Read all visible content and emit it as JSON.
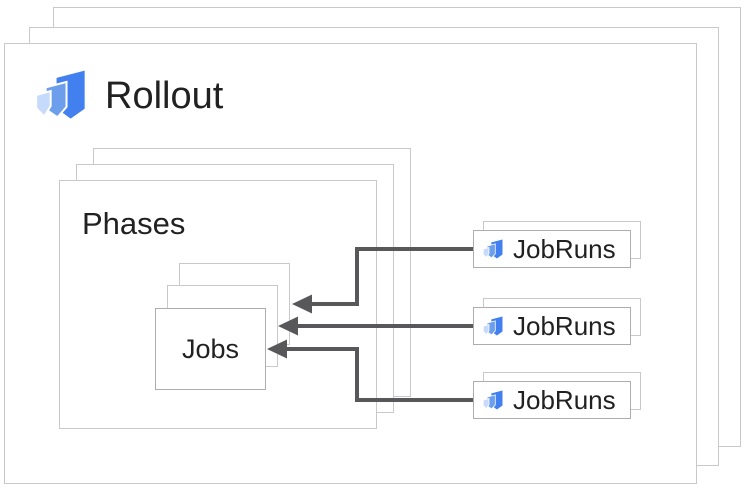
{
  "colors": {
    "background": "#ffffff",
    "border_light": "#c9c9c9",
    "border_mid": "#adadad",
    "text": "#212121",
    "arrow": "#58585a",
    "icon_blue_dark": "#4180ee",
    "icon_blue_mid": "#6d9eeb",
    "icon_blue_light": "#c6dafb"
  },
  "diagram": {
    "rollout": {
      "label": "Rollout",
      "icon": "cloud-deploy-icon"
    },
    "phases": {
      "label": "Phases"
    },
    "jobs": {
      "label": "Jobs"
    },
    "jobruns": [
      {
        "label": "JobRuns",
        "icon": "cloud-deploy-icon"
      },
      {
        "label": "JobRuns",
        "icon": "cloud-deploy-icon"
      },
      {
        "label": "JobRuns",
        "icon": "cloud-deploy-icon"
      }
    ],
    "arrows": [
      {
        "from": "jobruns-1",
        "to": "jobs-back-layer"
      },
      {
        "from": "jobruns-2",
        "to": "jobs-middle-layer"
      },
      {
        "from": "jobruns-3",
        "to": "jobs-front-layer"
      }
    ]
  }
}
